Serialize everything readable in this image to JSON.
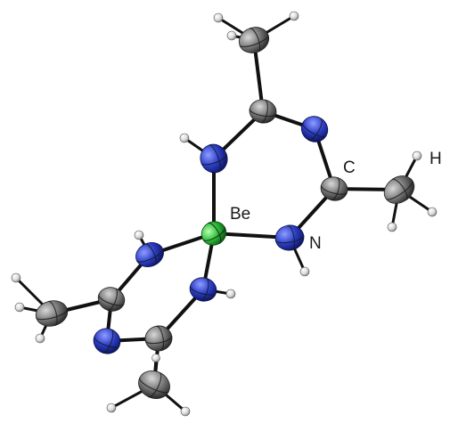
{
  "labels": {
    "beryllium": "Be",
    "nitrogen": "N",
    "carbon": "C",
    "hydrogen": "H"
  },
  "colors": {
    "beryllium": "#2fbf3a",
    "nitrogen": "#2c3fc8",
    "carbon": "#7a7a7a",
    "hydrogen": "#d9d9d9",
    "bond": "#111111",
    "background": "#ffffff"
  }
}
